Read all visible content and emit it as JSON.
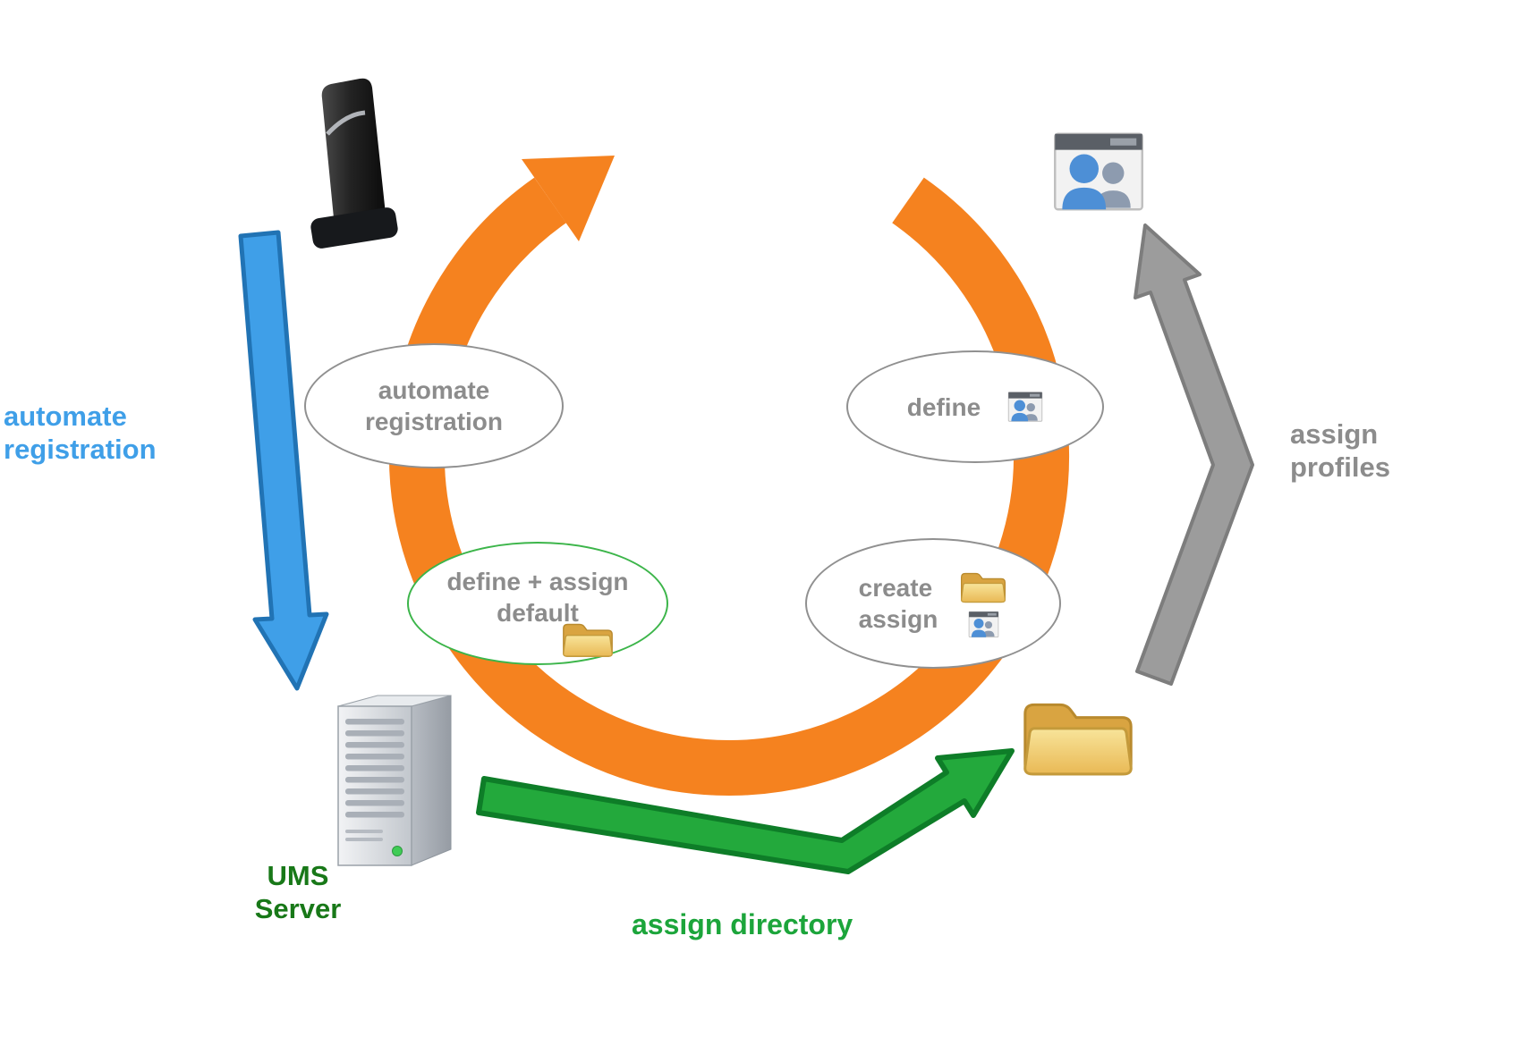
{
  "colors": {
    "orange": "#F5821F",
    "blue": "#3F9FE8",
    "blue_dark": "#2173B4",
    "green": "#23A93C",
    "green_dark": "#0E7D28",
    "green_text": "#1CA53B",
    "ums_green": "#187818",
    "gray": "#9C9C9C",
    "gray_dark": "#7D7D7D",
    "gray_text": "#8C8C8C",
    "bubble_border": "#909090",
    "bubble_green_border": "#3CB54A",
    "folder_yellow": "#EFC35F",
    "person_blue": "#4D8FD6"
  },
  "labels": {
    "automate_registration": "automate\nregistration",
    "ums_server": "UMS\nServer",
    "assign_directory": "assign directory",
    "assign_profiles": "assign\nprofiles"
  },
  "bubbles": {
    "automate_registration": {
      "text": "automate\nregistration"
    },
    "define_assign_default": {
      "text": "define + assign\ndefault",
      "icon": "folder-icon"
    },
    "define": {
      "text": "define",
      "icon": "user-card-icon"
    },
    "create_assign": {
      "text": "create\nassign",
      "icons": [
        "folder-icon",
        "user-card-icon"
      ]
    }
  },
  "icons": {
    "top_left": "thin-client-device-icon",
    "bottom_left": "server-tower-icon",
    "bottom_right": "folder-icon",
    "top_right": "user-card-icon"
  }
}
